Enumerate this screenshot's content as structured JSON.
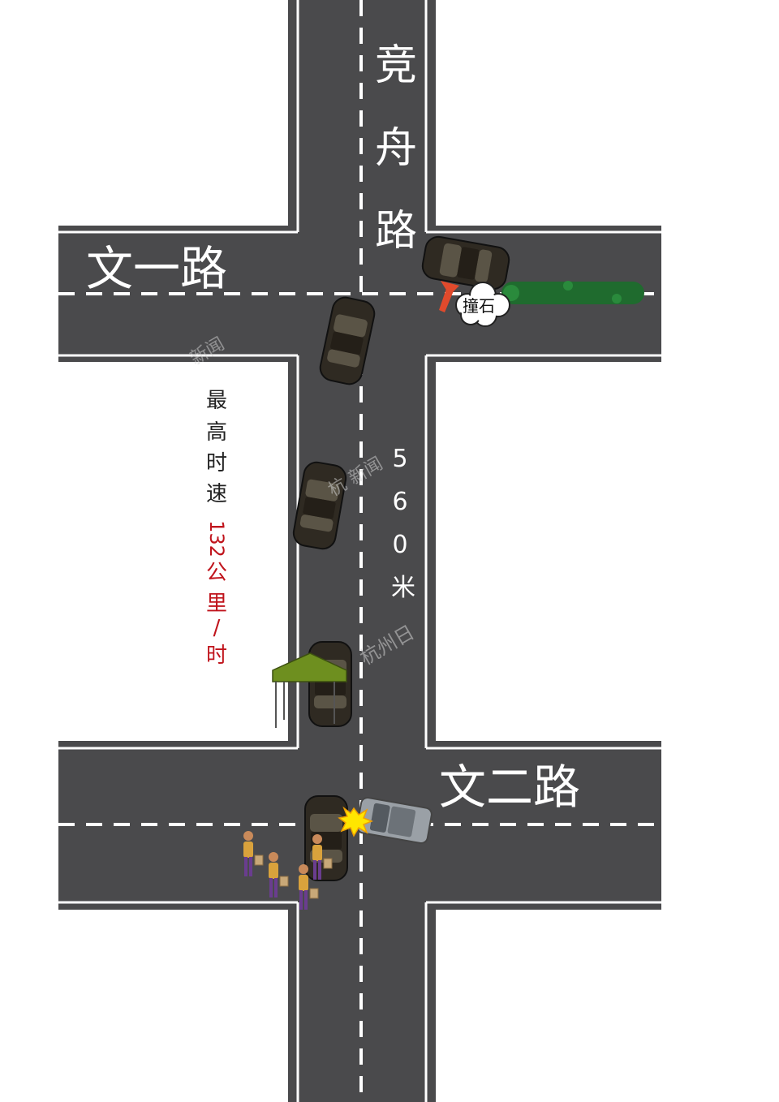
{
  "roads": {
    "vertical_name": [
      "竞",
      "舟",
      "路"
    ],
    "top_cross_name": "文一路",
    "bottom_cross_name": "文二路"
  },
  "labels": {
    "distance_chars": [
      "5",
      "6",
      "0",
      "米"
    ],
    "speed_prefix_chars": [
      "最",
      "高",
      "时",
      "速"
    ],
    "speed_value_chars": [
      "132",
      "公",
      "里",
      "/",
      "时"
    ],
    "impact_label": "撞石"
  },
  "watermarks": [
    "新闻",
    "杭 新闻",
    "杭州日"
  ],
  "colors": {
    "road": "#4a4a4c",
    "marking": "#ffffff",
    "car": "#2f2a22",
    "speed_text_dark": "#222222",
    "speed_text_red": "#c0141c",
    "hedge": "#1f6b2e",
    "tent": "#6e8f1f",
    "arrow": "#e04a2c",
    "flash": "#ffe600"
  }
}
